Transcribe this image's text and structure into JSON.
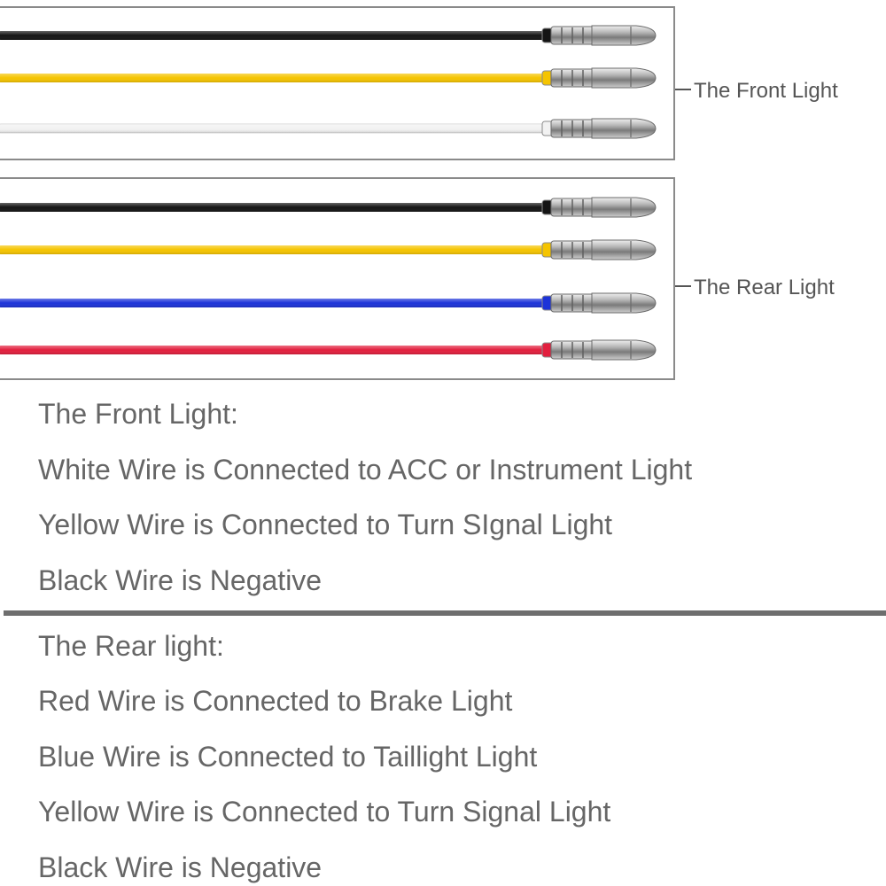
{
  "diagram": {
    "front_group": {
      "label": "The Front Light",
      "wires": [
        {
          "color_name": "black",
          "color": "#141414"
        },
        {
          "color_name": "yellow",
          "color": "#f5c400"
        },
        {
          "color_name": "white",
          "color": "#f2f2f2"
        }
      ]
    },
    "rear_group": {
      "label": "The Rear Light",
      "wires": [
        {
          "color_name": "black",
          "color": "#141414"
        },
        {
          "color_name": "yellow",
          "color": "#f5c400"
        },
        {
          "color_name": "blue",
          "color": "#1c33d8"
        },
        {
          "color_name": "red",
          "color": "#e21f3e"
        }
      ]
    }
  },
  "front_text": {
    "heading": "The Front Light:",
    "lines": [
      "White Wire is Connected to ACC or Instrument Light",
      "Yellow Wire is Connected to Turn SIgnal Light",
      "Black Wire is Negative"
    ]
  },
  "rear_text": {
    "heading": "The Rear light:",
    "lines": [
      "Red Wire is Connected to Brake Light",
      "Blue Wire is Connected to Taillight Light",
      "Yellow Wire is Connected to Turn Signal Light",
      "Black Wire is Negative"
    ]
  }
}
